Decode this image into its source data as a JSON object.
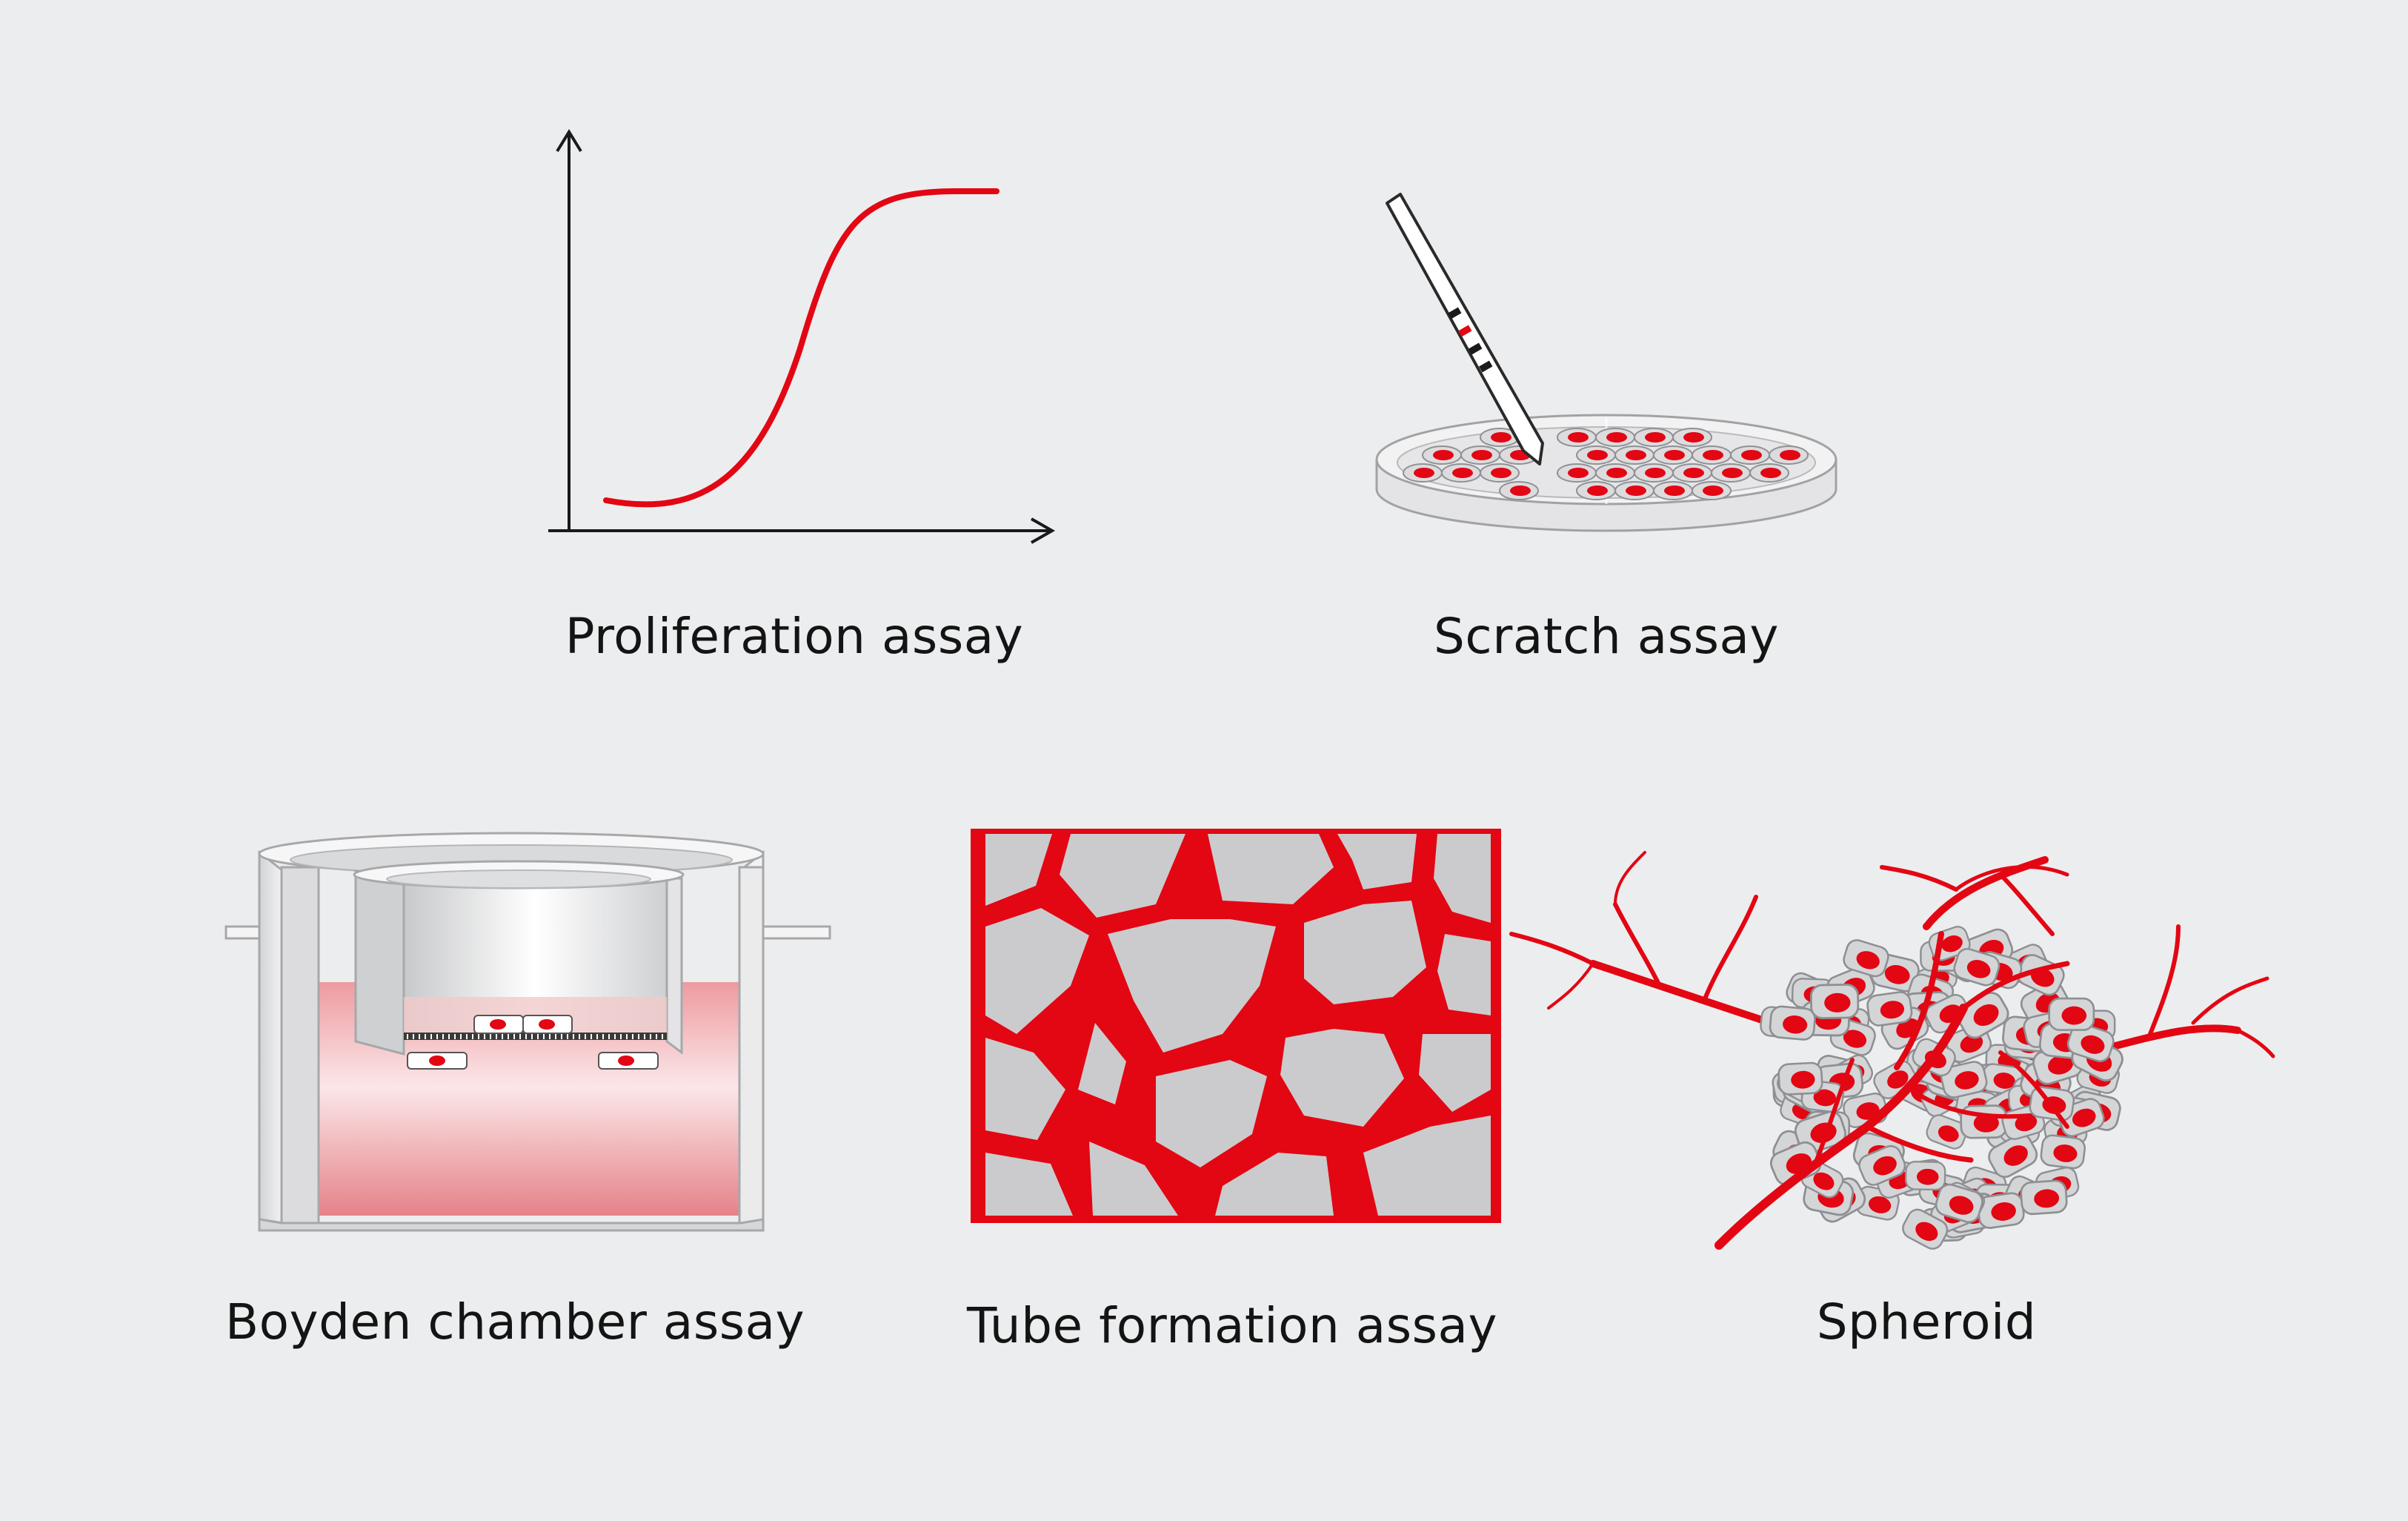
{
  "panels": {
    "proliferation": {
      "label": "Proliferation assay"
    },
    "scratch": {
      "label": "Scratch assay"
    },
    "boyden": {
      "label": "Boyden chamber assay"
    },
    "tube": {
      "label": "Tube formation assay"
    },
    "spheroid": {
      "label": "Spheroid"
    }
  },
  "colors": {
    "background": "#ecedee",
    "accent_red": "#e30613",
    "outline": "#1a1a1a",
    "cell_grey": "#c9cacc",
    "medium_pink": "#e8878b"
  }
}
